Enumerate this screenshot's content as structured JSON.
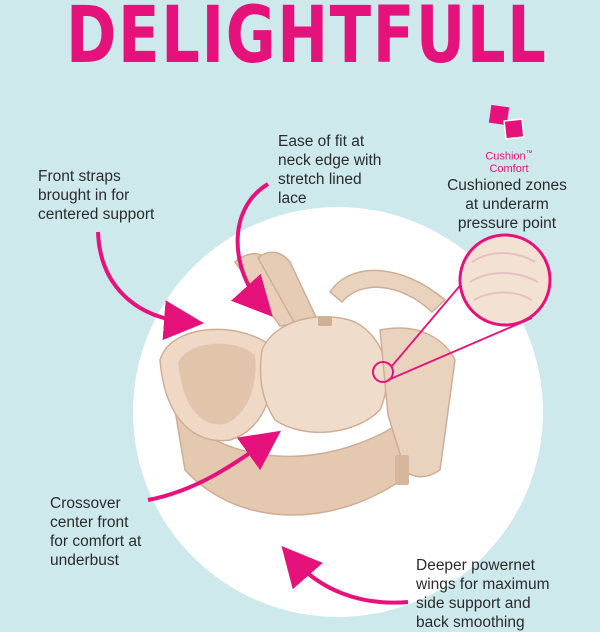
{
  "title": "DELIGHTFULL",
  "callouts": {
    "front_straps": [
      "Front straps",
      "brought in for",
      "centered support"
    ],
    "ease_of_fit": [
      "Ease of fit at",
      "neck edge with",
      "stretch lined",
      "lace"
    ],
    "cushioned": [
      "Cushioned zones",
      "at underarm",
      "pressure point"
    ],
    "crossover": [
      "Crossover",
      "center front",
      "for comfort at",
      "underbust"
    ],
    "powernet": [
      "Deeper powernet",
      "wings for maximum",
      "side support and",
      "back smoothing"
    ]
  },
  "badge": {
    "line1": "Cushion",
    "tm": "™",
    "line2": "Comfort"
  },
  "colors": {
    "background": "#cde9ec",
    "accent": "#e6127c",
    "circle": "#ffffff",
    "garment": "#efd9c6",
    "text": "#2b2b2b"
  },
  "icons": [
    "cushion-comfort-icon",
    "curved-arrow",
    "magnifier-circle"
  ]
}
